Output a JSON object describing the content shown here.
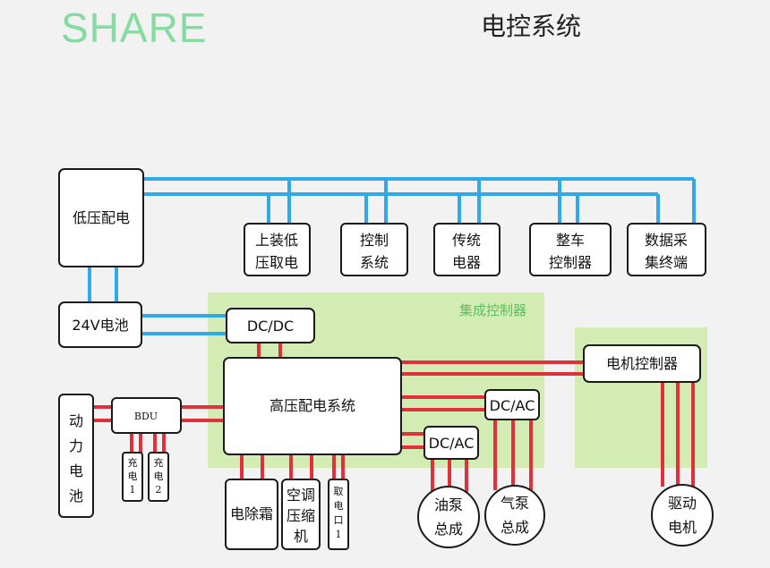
{
  "header": {
    "brand": "SHARE",
    "title": "电控系统"
  },
  "zones": {
    "integrated_controller": "集成控制器"
  },
  "nodes": {
    "lv_distribution": "低压配电",
    "lv_takeoff": [
      "上装低",
      "压取电"
    ],
    "control_system": [
      "控制",
      "系统"
    ],
    "conventional_electrics": [
      "传统",
      "电器"
    ],
    "vehicle_controller": [
      "整车",
      "控制器"
    ],
    "data_collection": [
      "数据采",
      "集终端"
    ],
    "battery_24v": "24V电池",
    "dcdc": "DC/DC",
    "hv_distribution": "高压配电系统",
    "motor_controller": "电机控制器",
    "dcac_upper": "DC/AC",
    "dcac_lower": "DC/AC",
    "power_battery": [
      "动",
      "力",
      "电",
      "池"
    ],
    "bdu": "BDU",
    "charge_1": [
      "充",
      "电",
      "1"
    ],
    "charge_2": [
      "充",
      "电",
      "2"
    ],
    "defrost": "电除霜",
    "ac_compressor": [
      "空调",
      "压缩",
      "机"
    ],
    "power_takeoff": [
      "取",
      "电",
      "口",
      "1"
    ],
    "oil_pump": [
      "油泵",
      "总成"
    ],
    "air_pump": [
      "气泵",
      "总成"
    ],
    "drive_motor": [
      "驱动",
      "电机"
    ]
  },
  "colors": {
    "low_voltage_line": "#2fa9e8",
    "high_voltage_line": "#e0303a",
    "zone_fill": "#d3ecb4",
    "brand": "#86dba0"
  }
}
